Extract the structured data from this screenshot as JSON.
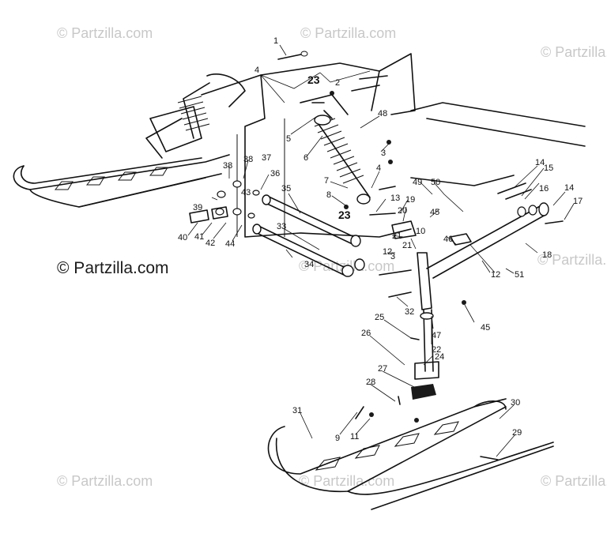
{
  "watermark": {
    "text": "© Partzilla.com",
    "main_text": "© Partzilla.com"
  },
  "callouts": [
    {
      "id": "c1",
      "label": "1"
    },
    {
      "id": "c2",
      "label": "2"
    },
    {
      "id": "c23a",
      "label": "23"
    },
    {
      "id": "c4a",
      "label": "4"
    },
    {
      "id": "c48",
      "label": "48"
    },
    {
      "id": "c3a",
      "label": "3"
    },
    {
      "id": "c5",
      "label": "5"
    },
    {
      "id": "c6",
      "label": "6"
    },
    {
      "id": "c4b",
      "label": "4"
    },
    {
      "id": "c7",
      "label": "7"
    },
    {
      "id": "c8",
      "label": "8"
    },
    {
      "id": "c23b",
      "label": "23"
    },
    {
      "id": "c38a",
      "label": "38"
    },
    {
      "id": "c38b",
      "label": "38"
    },
    {
      "id": "c37",
      "label": "37"
    },
    {
      "id": "c36",
      "label": "36"
    },
    {
      "id": "c43",
      "label": "43"
    },
    {
      "id": "c35",
      "label": "35"
    },
    {
      "id": "c39",
      "label": "39"
    },
    {
      "id": "c40",
      "label": "40"
    },
    {
      "id": "c41",
      "label": "41"
    },
    {
      "id": "c42",
      "label": "42"
    },
    {
      "id": "c44",
      "label": "44"
    },
    {
      "id": "c33",
      "label": "33"
    },
    {
      "id": "c34",
      "label": "34"
    },
    {
      "id": "c13",
      "label": "13"
    },
    {
      "id": "c49",
      "label": "49"
    },
    {
      "id": "c50",
      "label": "50"
    },
    {
      "id": "c19",
      "label": "19"
    },
    {
      "id": "c20",
      "label": "20"
    },
    {
      "id": "c45a",
      "label": "45"
    },
    {
      "id": "c10",
      "label": "10"
    },
    {
      "id": "c21",
      "label": "21"
    },
    {
      "id": "c22a",
      "label": "21"
    },
    {
      "id": "c12a",
      "label": "12"
    },
    {
      "id": "c3b",
      "label": "3"
    },
    {
      "id": "c46",
      "label": "46"
    },
    {
      "id": "c12b",
      "label": "12"
    },
    {
      "id": "c51",
      "label": "51"
    },
    {
      "id": "c18",
      "label": "18"
    },
    {
      "id": "c14a",
      "label": "14"
    },
    {
      "id": "c15",
      "label": "15"
    },
    {
      "id": "c16",
      "label": "16"
    },
    {
      "id": "c14b",
      "label": "14"
    },
    {
      "id": "c17",
      "label": "17"
    },
    {
      "id": "c32",
      "label": "32"
    },
    {
      "id": "c45b",
      "label": "45"
    },
    {
      "id": "c47",
      "label": "47"
    },
    {
      "id": "c22",
      "label": "22"
    },
    {
      "id": "c25",
      "label": "25"
    },
    {
      "id": "c26",
      "label": "26"
    },
    {
      "id": "c24",
      "label": "24"
    },
    {
      "id": "c27",
      "label": "27"
    },
    {
      "id": "c28",
      "label": "28"
    },
    {
      "id": "c31",
      "label": "31"
    },
    {
      "id": "c30",
      "label": "30"
    },
    {
      "id": "c9",
      "label": "9"
    },
    {
      "id": "c11",
      "label": "11"
    },
    {
      "id": "c29",
      "label": "29"
    }
  ]
}
